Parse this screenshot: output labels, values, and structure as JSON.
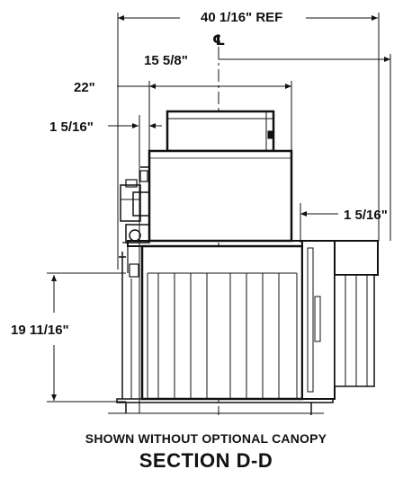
{
  "dimensions": {
    "overall_width": "40 1/16\" REF",
    "centerline": "℄",
    "unit_width": "15 5/8\"",
    "cabinet_width": "22\"",
    "left_offset": "1 5/16\"",
    "right_offset": "1 5/16\"",
    "height": "19 11/16\""
  },
  "captions": {
    "note": "SHOWN WITHOUT OPTIONAL CANOPY",
    "section": "SECTION D-D"
  },
  "colors": {
    "line": "#111111",
    "background": "#ffffff"
  }
}
